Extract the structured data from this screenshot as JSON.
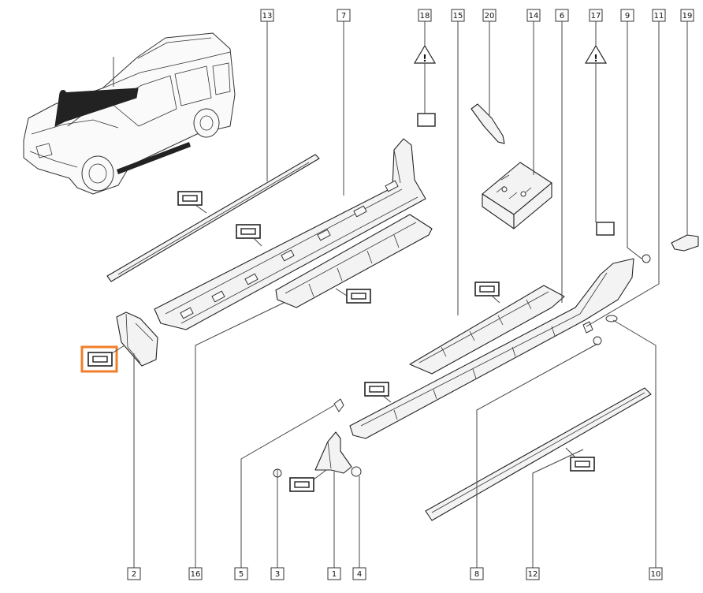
{
  "title": "",
  "callouts": {
    "top": [
      "13",
      "7",
      "18",
      "15",
      "20",
      "14",
      "6",
      "17",
      "9",
      "11",
      "19"
    ],
    "bottom": [
      "2",
      "16",
      "5",
      "3",
      "1",
      "4",
      "8",
      "12",
      "10"
    ]
  },
  "warning_symbol": "!",
  "colors": {
    "highlight": "#f07f2a",
    "line": "#333333",
    "part_fill": "#f3f3f3",
    "car_stripe": "#222222"
  },
  "icons": {
    "warning": "warning-triangle-icon",
    "label_tag": "label-tag-icon"
  }
}
